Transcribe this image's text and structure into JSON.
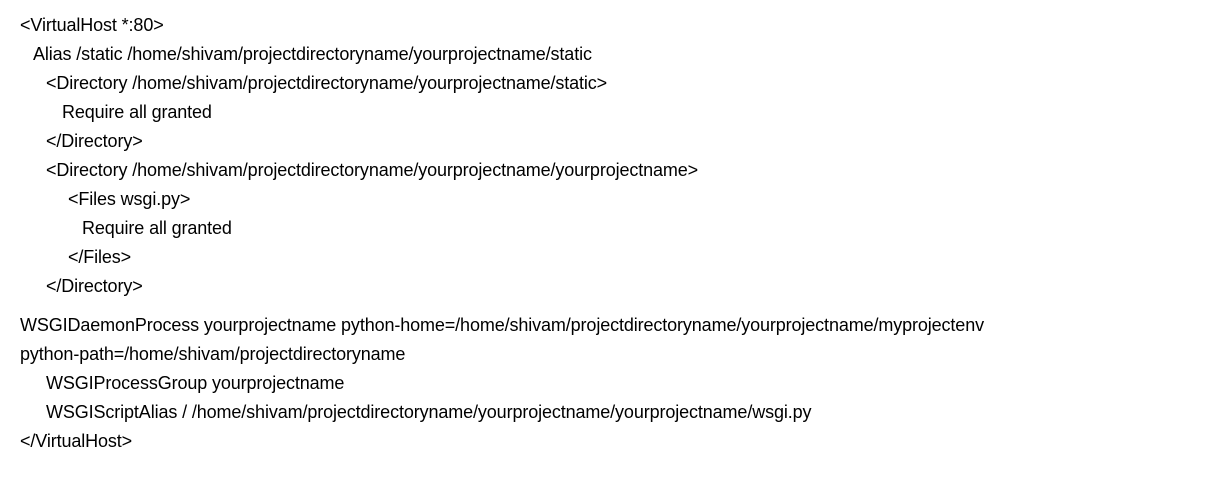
{
  "document": {
    "kind": "plain-text-code-snippet",
    "language": "apache-config",
    "background_color": "#ffffff",
    "text_color": "#000000",
    "lines": [
      {
        "text": "<VirtualHost *:80>",
        "indent": 0
      },
      {
        "text": "Alias /static /home/shivam/projectdirectoryname/yourprojectname/static",
        "indent": 1
      },
      {
        "text": "<Directory /home/shivam/projectdirectoryname/yourprojectname/static>",
        "indent": 2
      },
      {
        "text": "Require all granted",
        "indent": 3
      },
      {
        "text": "</Directory>",
        "indent": 2
      },
      {
        "text": "<Directory /home/shivam/projectdirectoryname/yourprojectname/yourprojectname>",
        "indent": 2
      },
      {
        "text": "<Files wsgi.py>",
        "indent": 4
      },
      {
        "text": "Require all granted",
        "indent": 5
      },
      {
        "text": "</Files>",
        "indent": 4
      },
      {
        "text": "</Directory>",
        "indent": 2
      },
      {
        "text": "WSGIDaemonProcess yourprojectname python-home=/home/shivam/projectdirectoryname/yourprojectname/myprojectenv",
        "indent": 0
      },
      {
        "text": "python-path=/home/shivam/projectdirectoryname",
        "indent": 0
      },
      {
        "text": "WSGIProcessGroup yourprojectname",
        "indent": 2
      },
      {
        "text": "WSGIScriptAlias / /home/shivam/projectdirectoryname/yourprojectname/yourprojectname/wsgi.py",
        "indent": 2
      },
      {
        "text": "</VirtualHost>",
        "indent": 0
      }
    ]
  }
}
